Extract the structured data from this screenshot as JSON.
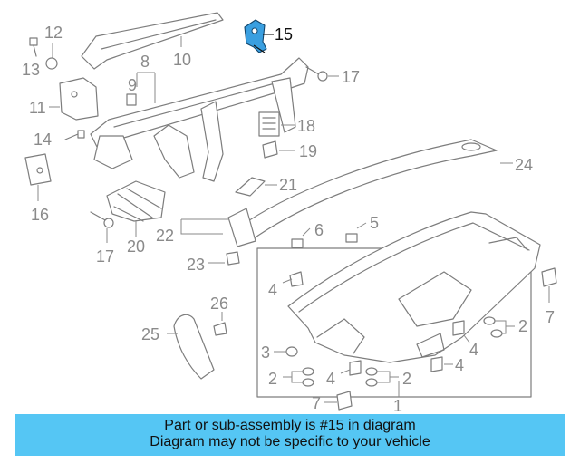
{
  "callouts": {
    "c1": "1",
    "c2": "2",
    "c3": "3",
    "c4": "4",
    "c5": "5",
    "c6": "6",
    "c7": "7",
    "c8": "8",
    "c9": "9",
    "c10": "10",
    "c11": "11",
    "c12": "12",
    "c13": "13",
    "c14": "14",
    "c15": "15",
    "c16": "16",
    "c17": "17",
    "c18": "18",
    "c19": "19",
    "c20": "20",
    "c21": "21",
    "c22": "22",
    "c23": "23",
    "c24": "24",
    "c25": "25",
    "c26": "26"
  },
  "highlighted_part": "15",
  "colors": {
    "highlight_fill": "#3a9fe0",
    "banner_bg": "#55c6f4",
    "line_gray": "#7d7d7d"
  },
  "banner": {
    "line1": "Part or sub-assembly is #15 in diagram",
    "line2": "Diagram may not be specific to your vehicle"
  }
}
